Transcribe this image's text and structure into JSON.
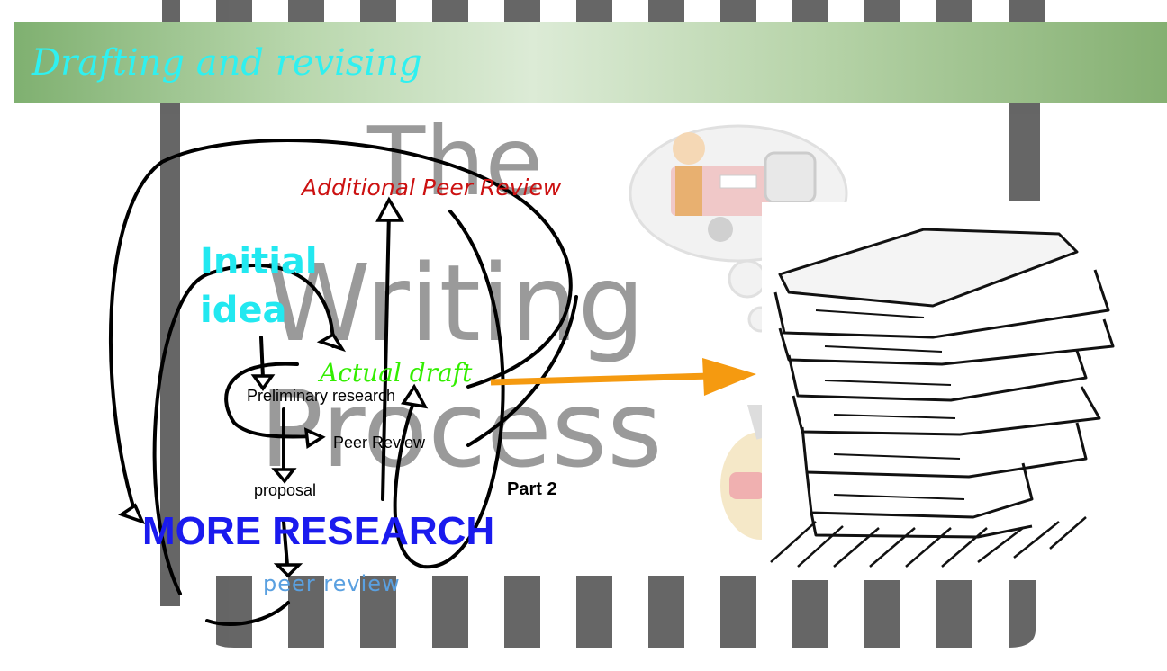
{
  "slide": {
    "title": "Drafting and revising",
    "watermark_lines": [
      "The",
      "Writing",
      "Process"
    ],
    "labels": {
      "additional_peer_review": "Additional Peer Review",
      "initial_idea_line1": "Initial",
      "initial_idea_line2": "idea",
      "actual_draft": "Actual draft",
      "preliminary_research": "Preliminary research",
      "peer_review": "Peer Review",
      "proposal": "proposal",
      "part_2": "Part 2",
      "more_research": "MORE RESEARCH",
      "peer_review_lower": "peer review"
    },
    "colors": {
      "title": "#2ff0f0",
      "additional_peer_review": "#cc1111",
      "initial_idea": "#22e8f0",
      "actual_draft": "#33ee00",
      "more_research": "#1a1aee",
      "peer_review_lower": "#5aa0e0",
      "orange_arrow": "#f59a10",
      "watermark": "#9a9a9a"
    },
    "images": {
      "paper_stack": "paper-stack-sketch",
      "thought_bubble": "fire-truck-thought-bubble",
      "background": "striped-board-game-path"
    }
  }
}
